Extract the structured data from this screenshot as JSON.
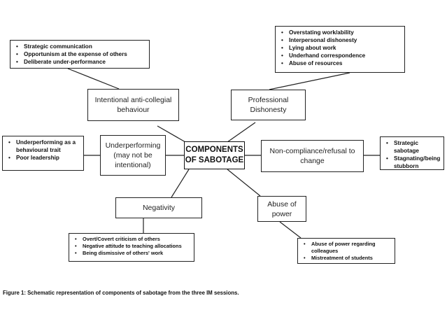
{
  "center": {
    "label": "COMPONENTS OF SABOTAGE"
  },
  "categories": {
    "intentional": {
      "label": "Intentional anti-collegial behaviour"
    },
    "professional": {
      "label": "Professional Dishonesty"
    },
    "underperforming": {
      "label": "Underperforming (may not be intentional)"
    },
    "noncompliance": {
      "label": "Non-compliance/refusal to change"
    },
    "negativity": {
      "label": "Negativity"
    },
    "abuse": {
      "label": "Abuse of power"
    }
  },
  "details": {
    "intentional": {
      "items": [
        "Strategic communication",
        "Opportunism at the expense of others",
        "Deliberate under-performance"
      ]
    },
    "professional": {
      "items": [
        "Overstating work/ability",
        "Interpersonal dishonesty",
        "Lying about work",
        "Underhand correspondence",
        "Abuse of resources"
      ]
    },
    "underperforming": {
      "items": [
        "Underperforming as a behavioural trait",
        "Poor leadership"
      ]
    },
    "noncompliance": {
      "items": [
        "Strategic sabotage",
        "Stagnating/being stubborn"
      ]
    },
    "negativity": {
      "items": [
        "Overt/Covert criticism of others",
        "Negative attitude to teaching allocations",
        "Being dismissive of others' work"
      ]
    },
    "abuse": {
      "items": [
        "Abuse of power regarding colleagues",
        "Mistreatment of students"
      ]
    }
  },
  "caption": "Figure 1: Schematic representation of components of sabotage from the three IM sessions."
}
